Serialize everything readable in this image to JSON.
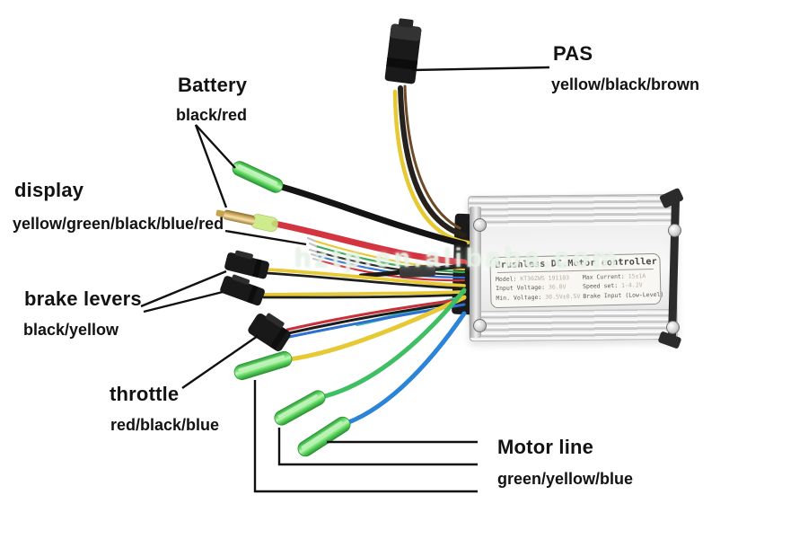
{
  "watermark": "hztp.en.alibaba.com",
  "labels": {
    "battery": {
      "title": "Battery",
      "colors": "black/red"
    },
    "display": {
      "title": "display",
      "colors": "yellow/green/black/blue/red"
    },
    "brake": {
      "title": "brake levers",
      "colors": "black/yellow"
    },
    "throttle": {
      "title": "throttle",
      "colors": "red/black/blue"
    },
    "pas": {
      "title": "PAS",
      "colors": "yellow/black/brown"
    },
    "motor": {
      "title": "Motor line",
      "colors": "green/yellow/blue"
    }
  },
  "controller": {
    "title": "Brushless DC.Motor controller",
    "specs": {
      "model_label": "Model:",
      "model_value": "KT36ZWS 191103",
      "current_label": "Max Current:",
      "current_value": "15±1A",
      "input_label": "Input Voltage:",
      "input_value": "36.0V",
      "speed_label": "Speed set:",
      "speed_value": "1-4.2V",
      "min_label": "Min. Voltage:",
      "min_value": "30.5V±0.5V",
      "brake_note": "Brake Input (Low-Level)"
    }
  },
  "wire_colors": {
    "yellow": "#e6c934",
    "red": "#d23440",
    "black": "#141414",
    "blue": "#2b84d8",
    "green": "#3fbf63",
    "teal": "#3fc4b4",
    "brown": "#6e4a26",
    "connector_green": "#55cf58",
    "brass": "#d9b46a"
  }
}
